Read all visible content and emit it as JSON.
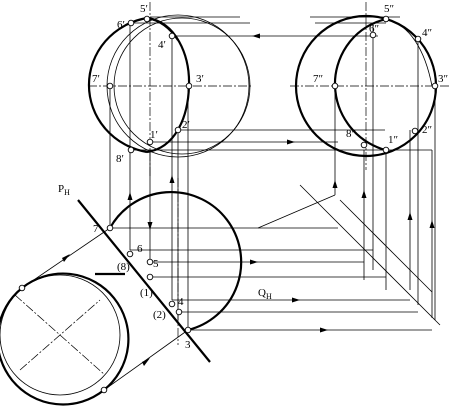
{
  "front_view": {
    "labels": [
      "5′",
      "6′",
      "4′",
      "7′",
      "3′",
      "2′",
      "1′",
      "8′"
    ]
  },
  "side_view": {
    "labels": [
      "5″",
      "6″",
      "4″",
      "7″",
      "3″",
      "8″",
      "1″",
      "2″"
    ]
  },
  "top_view": {
    "labels": [
      "7",
      "6",
      "(8)",
      "5",
      "(1)",
      "4",
      "(2)",
      "3"
    ],
    "plane_labels": {
      "ph": "P",
      "ph_sub": "H",
      "qh": "Q",
      "qh_sub": "H"
    }
  },
  "colors": {
    "stroke": "#000000",
    "background": "#ffffff"
  }
}
